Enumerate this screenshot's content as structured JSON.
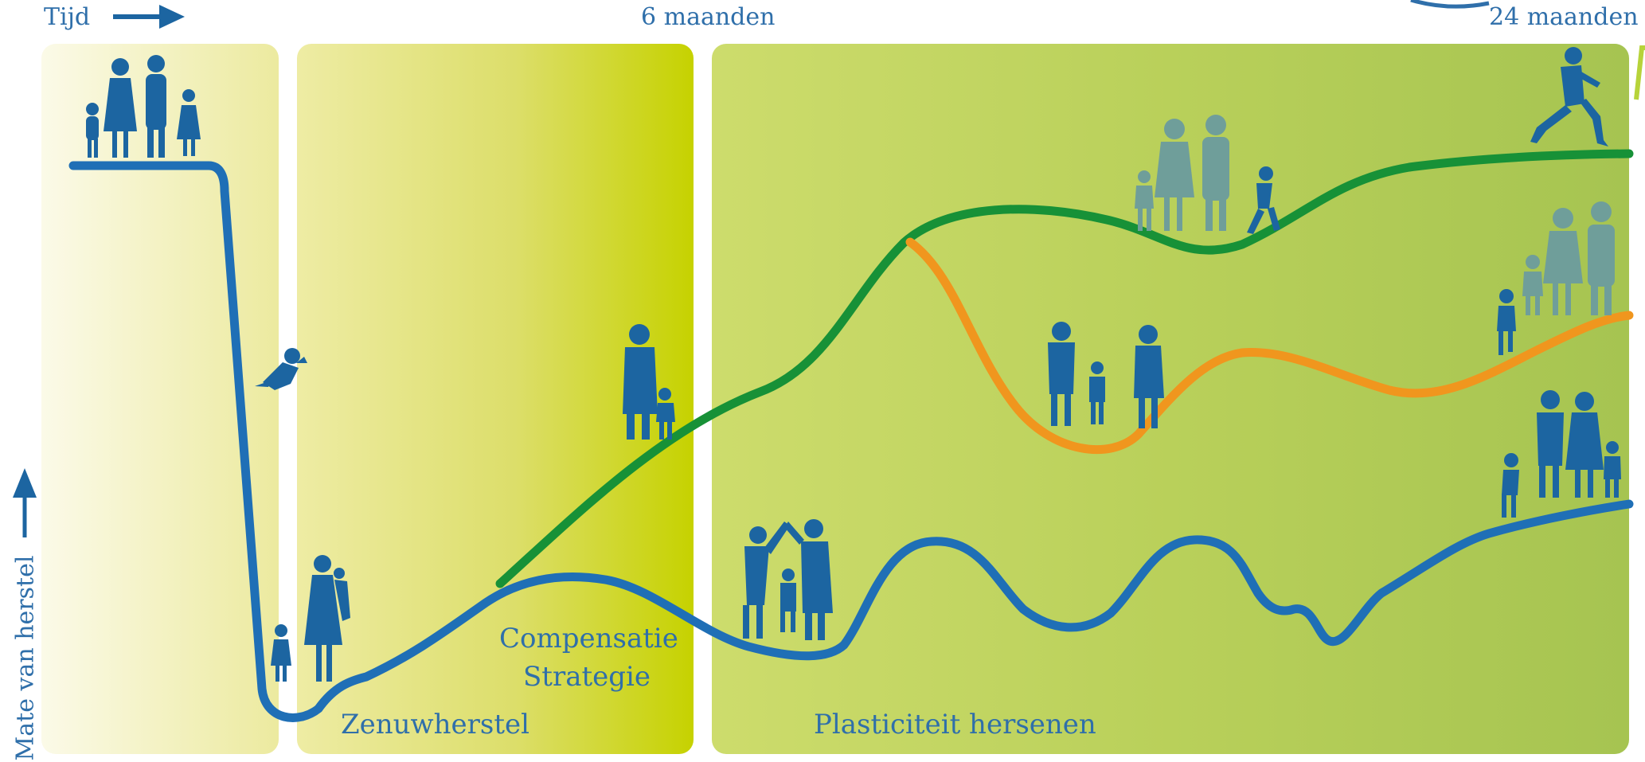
{
  "time_label": "Tijd",
  "marker_6_months": "6 maanden",
  "marker_24_months": "24 maanden",
  "y_axis_label": "Mate van herstel",
  "phases": {
    "nerve_repair": "Zenuwherstel",
    "compensation": "Compensatie Strategie",
    "compensation_line1": "Compensatie",
    "compensation_line2": "Strategie",
    "plasticity": "Plasticiteit hersenen"
  },
  "colors": {
    "text_blue": "#2f6faa",
    "silhouette_blue": "#1c65a1",
    "faded_silhouette": "#6f9e9a",
    "line_blue": "#1f6fb6",
    "line_green": "#179137",
    "line_orange": "#f0961e",
    "panel_light": "#efeca8",
    "panel_mid": "#d3d84a",
    "panel_green": "#a9c64f"
  },
  "recovery_paths": [
    {
      "color": "green",
      "outcome": "best"
    },
    {
      "color": "orange",
      "outcome": "intermediate"
    },
    {
      "color": "blue",
      "outcome": "slowest"
    }
  ]
}
